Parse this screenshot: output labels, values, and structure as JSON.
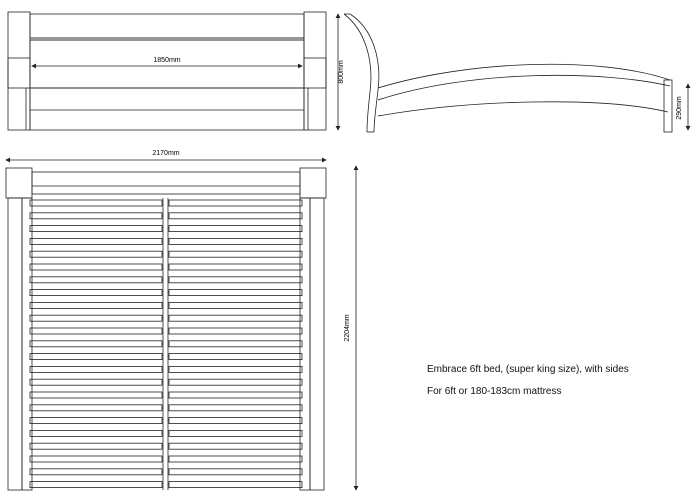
{
  "dimensions": {
    "headboard_inner_width": "1850mm",
    "headboard_height": "800mm",
    "side_rail_height": "290mm",
    "overall_width": "2170mm",
    "overall_length": "2204mm"
  },
  "description": {
    "line1": "Embrace 6ft bed, (super king size), with sides",
    "line2": "For 6ft or 180-183cm mattress"
  }
}
